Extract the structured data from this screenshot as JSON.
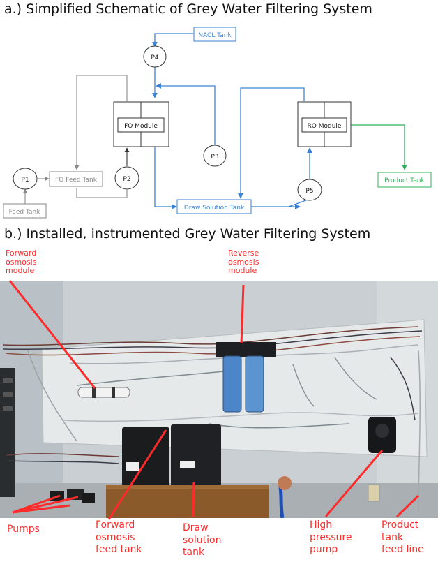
{
  "headings": {
    "a": "a.) Simplified Schematic of Grey Water Filtering System",
    "b": "b.) Installed, instrumented Grey Water Filtering System"
  },
  "schematic": {
    "nacl_tank": "NACL Tank",
    "p4": "P4",
    "p3": "P3",
    "p2": "P2",
    "p1": "P1",
    "p5": "P5",
    "fo_module": "FO Module",
    "ro_module": "RO Module",
    "fo_feed_tank": "FO Feed Tank",
    "feed_tank": "Feed Tank",
    "draw_solution_tank": "Draw Solution Tank",
    "product_tank": "Product Tank"
  },
  "colors": {
    "blue_line": "#3b82d6",
    "grey_line": "#8a8a8a",
    "green_line": "#2fb05a",
    "dark_line": "#333333",
    "callout_red": "#ff2a2a"
  },
  "photo_callouts": {
    "forward_osmosis_module": "Forward\nosmosis\nmodule",
    "reverse_osmosis_module": "Reverse\nosmosis\nmodule",
    "pumps": "Pumps",
    "forward_osmosis_feed_tank": "Forward\nosmosis\nfeed tank",
    "draw_solution_tank": "Draw\nsolution\ntank",
    "high_pressure_pump": "High\npressure\npump",
    "product_tank_feed_line": "Product\ntank\nfeed line"
  }
}
